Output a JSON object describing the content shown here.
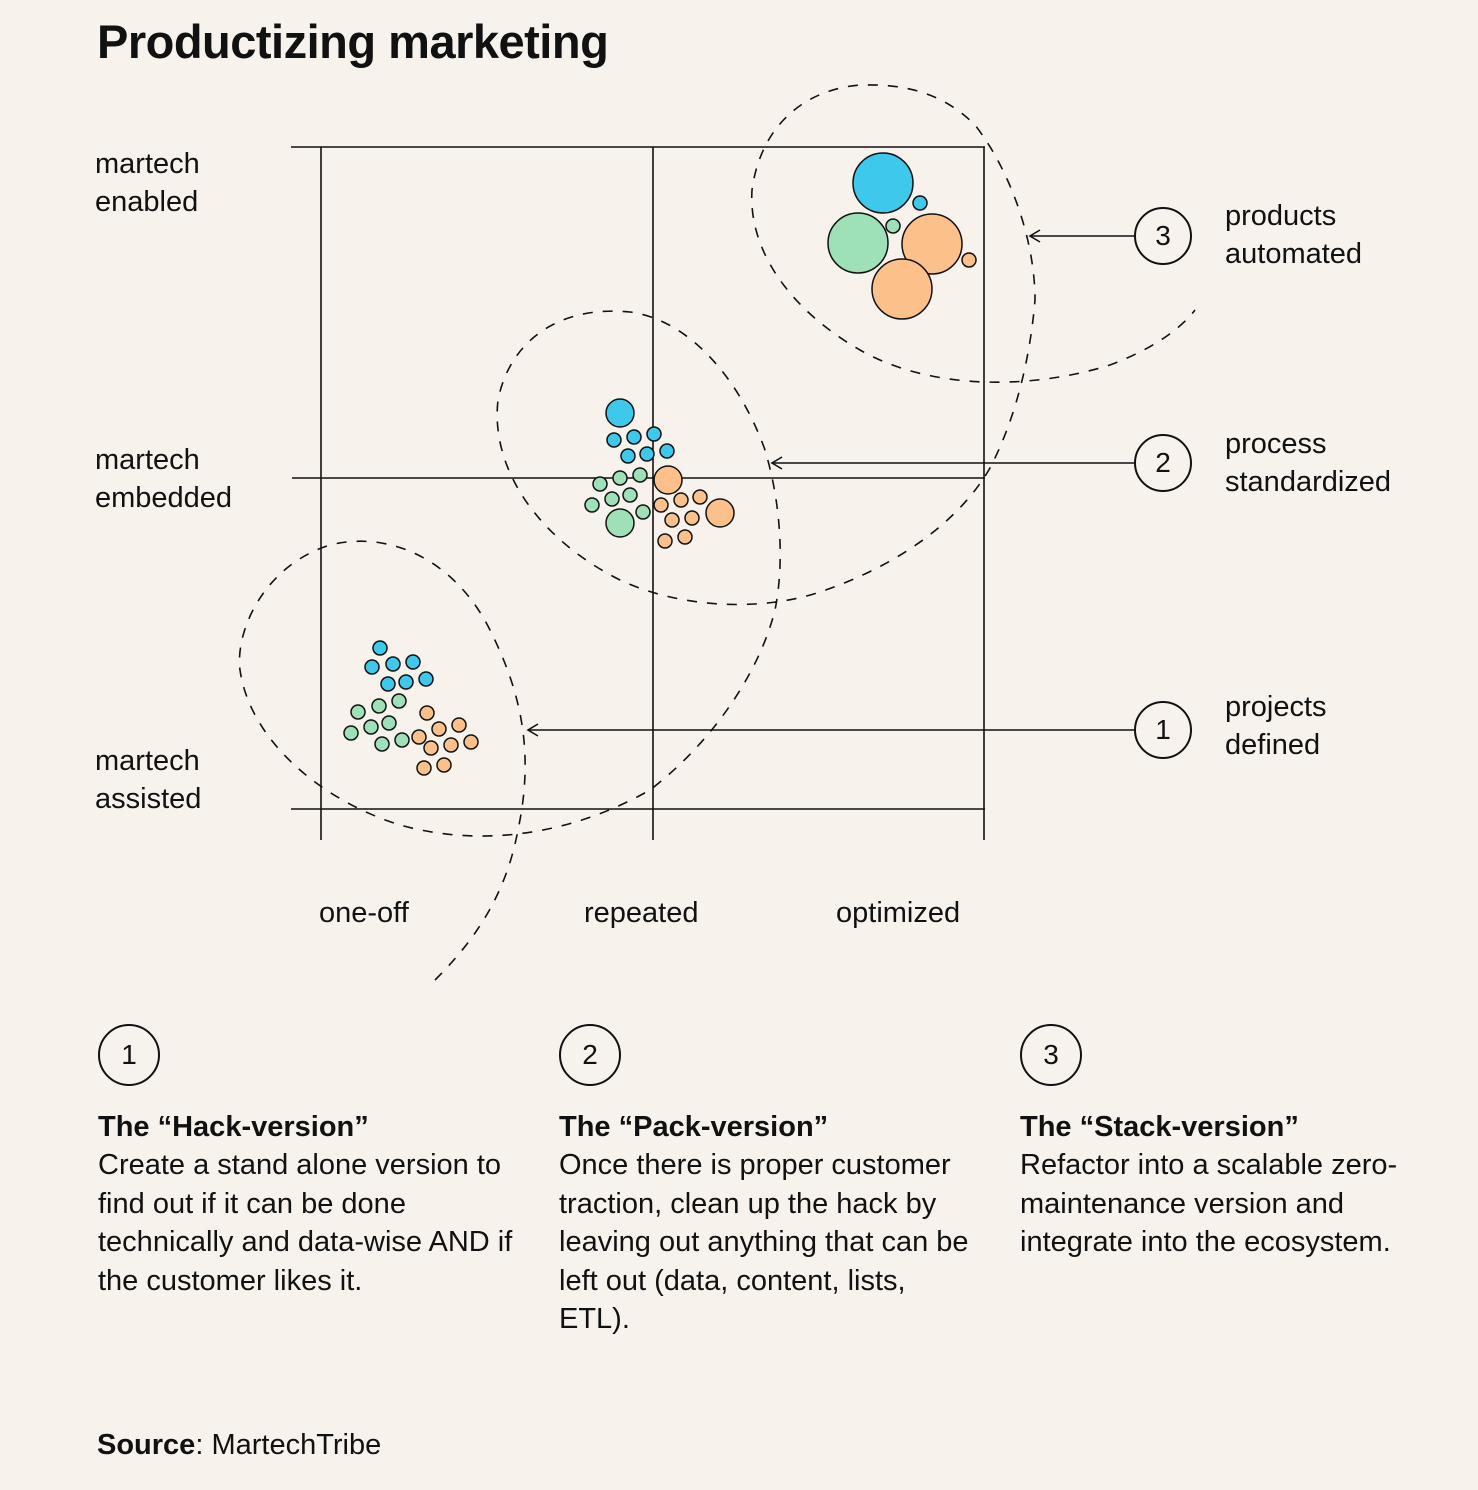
{
  "title": "Productizing marketing",
  "y_axis": {
    "labels": [
      "martech\nenabled",
      "martech\nembedded",
      "martech\nassisted"
    ]
  },
  "x_axis": {
    "labels": [
      "one-off",
      "repeated",
      "optimized"
    ]
  },
  "stages": [
    {
      "number": "1",
      "label": "projects\ndefined"
    },
    {
      "number": "2",
      "label": "process\nstandardized"
    },
    {
      "number": "3",
      "label": "products\nautomated"
    }
  ],
  "colors": {
    "background": "#f7f3ec",
    "blue": "#3ec8ec",
    "green": "#9ee0b8",
    "orange": "#fcc18a",
    "line": "#111111"
  },
  "steps": [
    {
      "number": "1",
      "title": "The “Hack-version”",
      "text": "Create a stand alone version to find out if it can be done technically and data-wise AND if the customer likes it."
    },
    {
      "number": "2",
      "title": "The “Pack-version”",
      "text": "Once there is proper customer traction, clean up the hack by leaving out anything that can be left out (data, content, lists, ETL)."
    },
    {
      "number": "3",
      "title": "The “Stack-version”",
      "text": "Refactor into a scalable zero-maintenance version and integrate into the ecosystem."
    }
  ],
  "source": {
    "label": "Source",
    "value": ": MartechTribe"
  }
}
